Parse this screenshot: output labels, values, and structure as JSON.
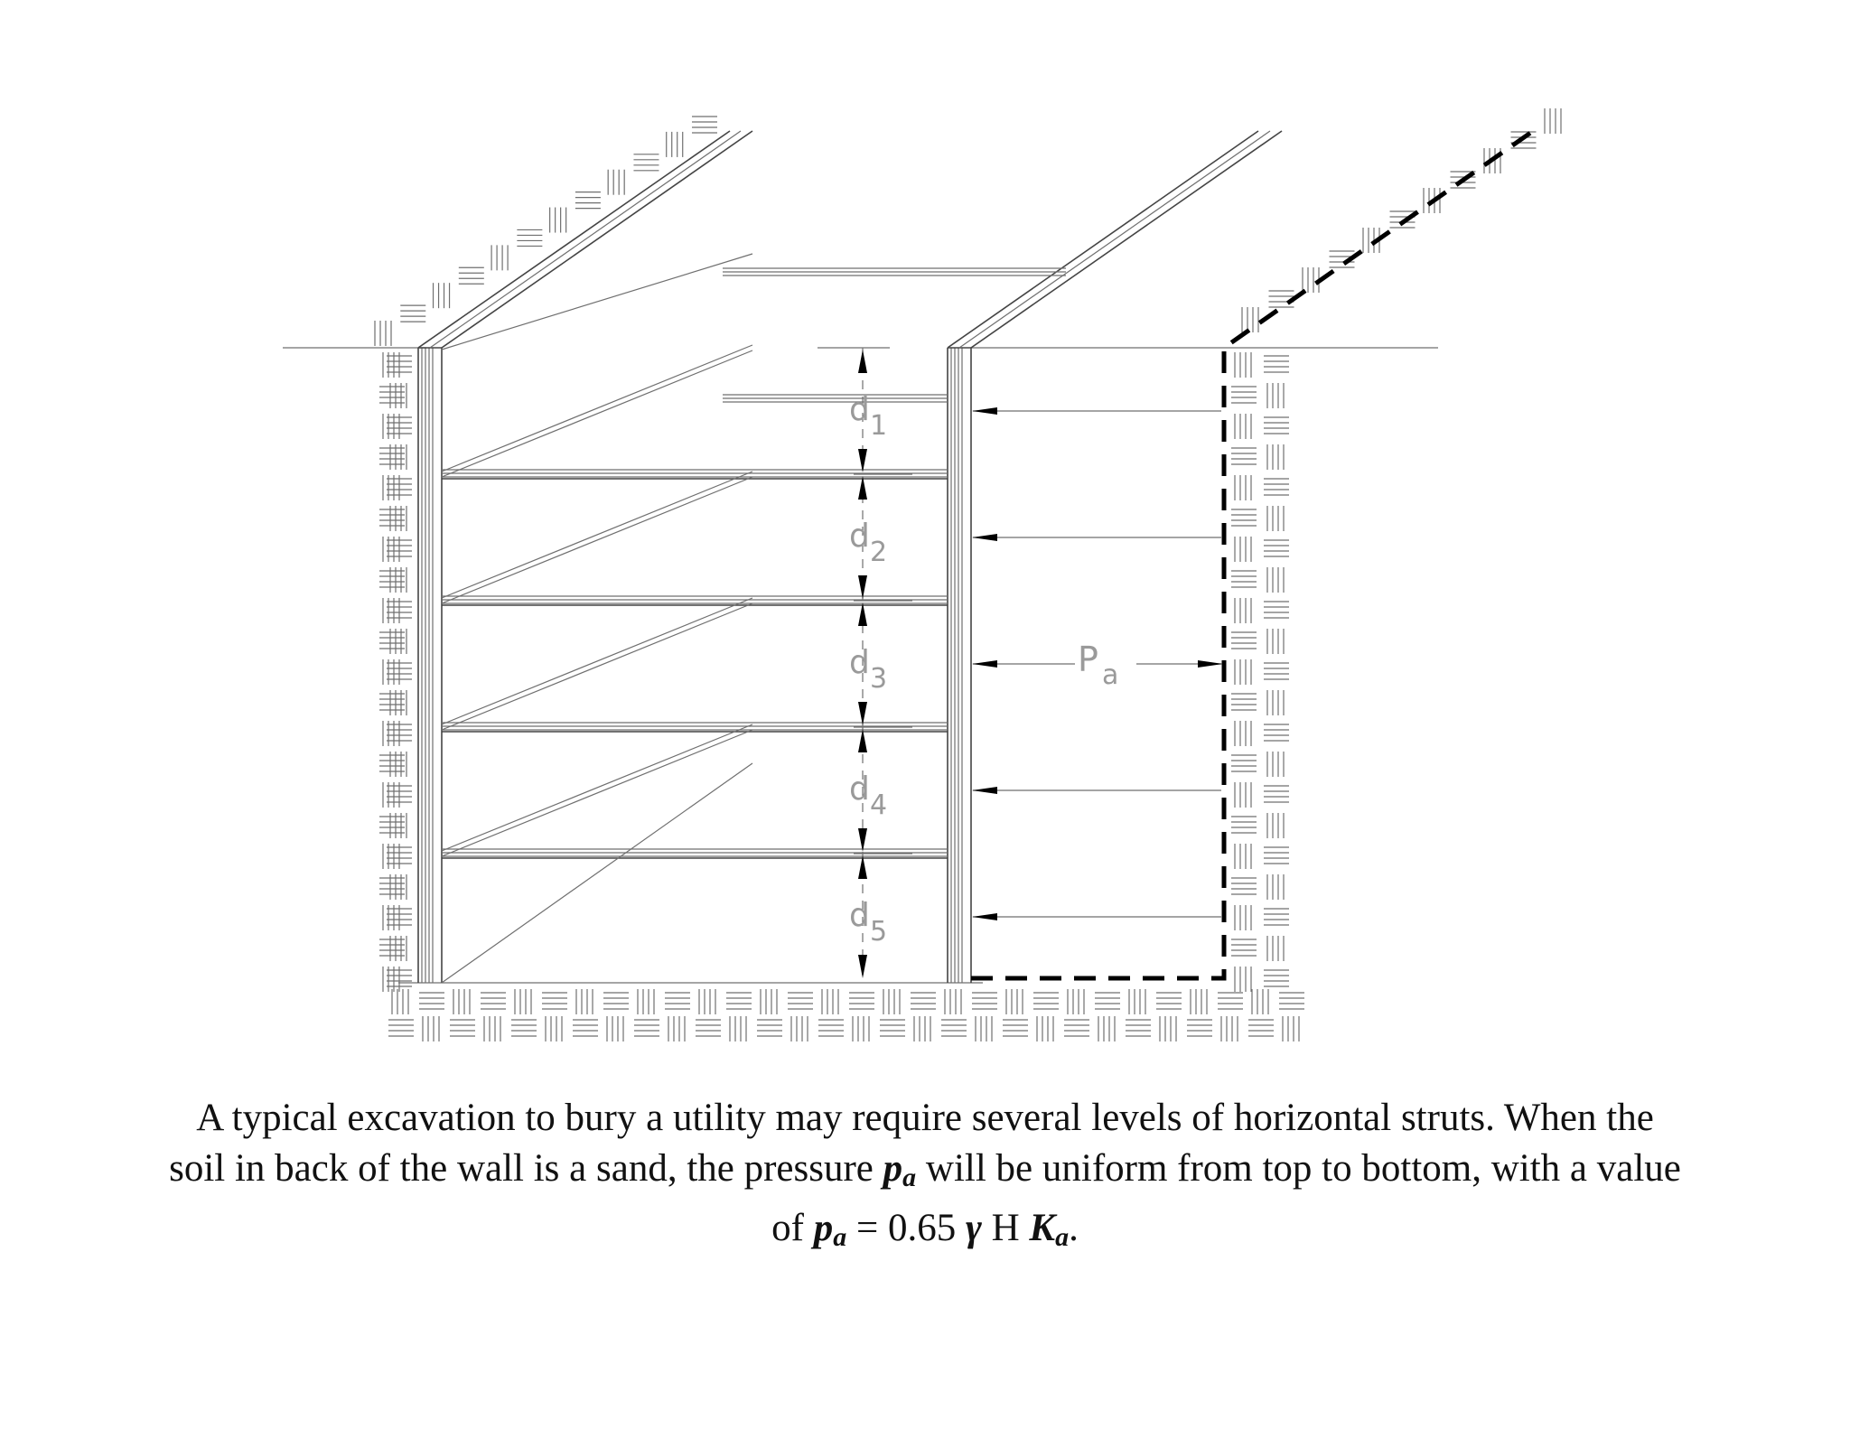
{
  "diagram": {
    "dimension_labels": [
      {
        "main": "d",
        "sub": "1"
      },
      {
        "main": "d",
        "sub": "2"
      },
      {
        "main": "d",
        "sub": "3"
      },
      {
        "main": "d",
        "sub": "4"
      },
      {
        "main": "d",
        "sub": "5"
      }
    ],
    "pressure_label": {
      "main": "P",
      "sub": "a"
    },
    "colors": {
      "line": "#444444",
      "label": "#9a9a9a",
      "outline": "#000000"
    }
  },
  "caption": {
    "line1": "A typical excavation to bury a utility may require several levels of horizontal struts. When the",
    "line2_a": "soil in back of the wall is a sand, the pressure",
    "p": "p",
    "a": "a",
    "line2_b": "will be uniform from top to bottom, with a value",
    "line3_a": "of",
    "eq": "= 0.65",
    "gamma": "γ",
    "h": "H",
    "k": "K",
    "end": "."
  }
}
